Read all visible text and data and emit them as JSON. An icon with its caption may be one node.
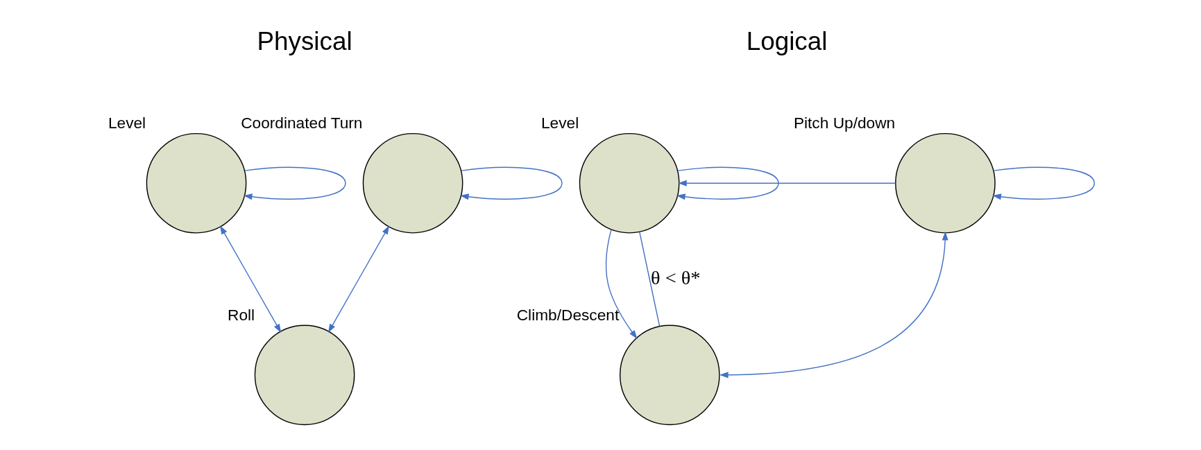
{
  "diagram": {
    "nodes": [
      {
        "text": [],
        "shape": "circle",
        "beside": [
          "Level"
        ]
      },
      {
        "text": [],
        "shape": "circle",
        "beside": [
          "Coordinated Turn"
        ]
      },
      {
        "text": [],
        "shape": "circle",
        "beside": [
          "Roll"
        ]
      },
      {
        "text": [],
        "shape": "circle",
        "beside": [
          "Level"
        ]
      },
      {
        "text": [],
        "shape": "circle",
        "beside": [
          "Pitch Up/down"
        ]
      },
      {
        "text": [],
        "shape": "circle",
        "beside": [
          "Climb/Descent"
        ]
      }
    ],
    "edges": [
      {
        "from": 0,
        "to": 0,
        "arrow": "to"
      },
      {
        "from": 1,
        "to": 1,
        "arrow": "to"
      },
      {
        "from": 0,
        "to": 2,
        "arrow": "both"
      },
      {
        "from": 1,
        "to": 2,
        "arrow": "both"
      },
      {
        "from": 3,
        "to": 3,
        "arrow": "to"
      },
      {
        "from": 4,
        "to": 4,
        "arrow": "to"
      },
      {
        "from": 4,
        "to": 3,
        "arrow": "to"
      },
      {
        "from": 3,
        "to": 5,
        "arrow": "to"
      },
      {
        "from": 5,
        "to": 4,
        "arrow": "both"
      },
      {
        "from": 3,
        "to": 5,
        "arrow": "none",
        "label": "θ < θ*"
      }
    ],
    "labels": [
      "Physical",
      "Logical"
    ]
  }
}
